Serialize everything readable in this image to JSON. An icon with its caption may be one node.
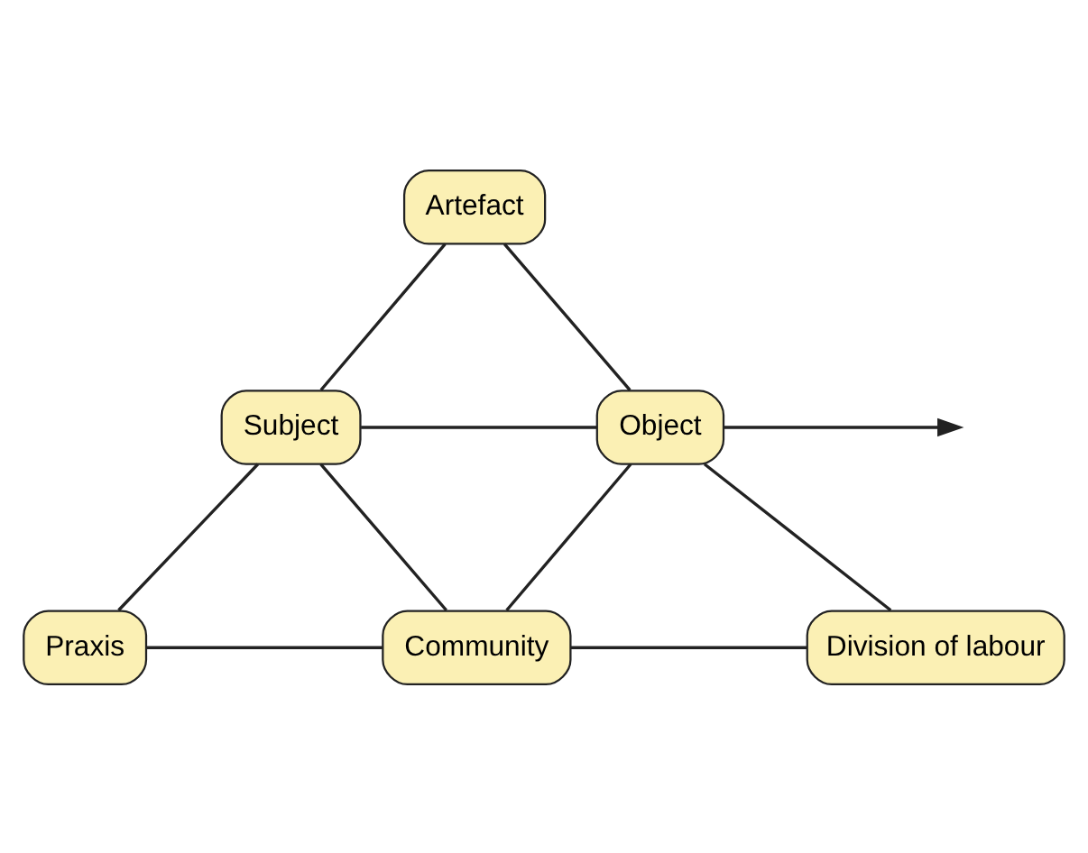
{
  "diagram": {
    "nodes": [
      {
        "text": [
          "Artefact"
        ]
      },
      {
        "text": [
          "Subject"
        ]
      },
      {
        "text": [
          "Object"
        ]
      },
      {
        "text": [
          "Praxis"
        ]
      },
      {
        "text": [
          "Community"
        ]
      },
      {
        "text": [
          "Division of labour"
        ]
      }
    ],
    "edges": [
      {
        "from": 0,
        "to": 1,
        "arrow": "none"
      },
      {
        "from": 0,
        "to": 2,
        "arrow": "none"
      },
      {
        "from": 1,
        "to": 2,
        "arrow": "none"
      },
      {
        "from": 2,
        "to": null,
        "arrow": "to"
      },
      {
        "from": 1,
        "to": 3,
        "arrow": "none"
      },
      {
        "from": 1,
        "to": 4,
        "arrow": "none"
      },
      {
        "from": 2,
        "to": 4,
        "arrow": "none"
      },
      {
        "from": 2,
        "to": 5,
        "arrow": "none"
      },
      {
        "from": 3,
        "to": 4,
        "arrow": "none"
      },
      {
        "from": 4,
        "to": 5,
        "arrow": "none"
      }
    ]
  }
}
